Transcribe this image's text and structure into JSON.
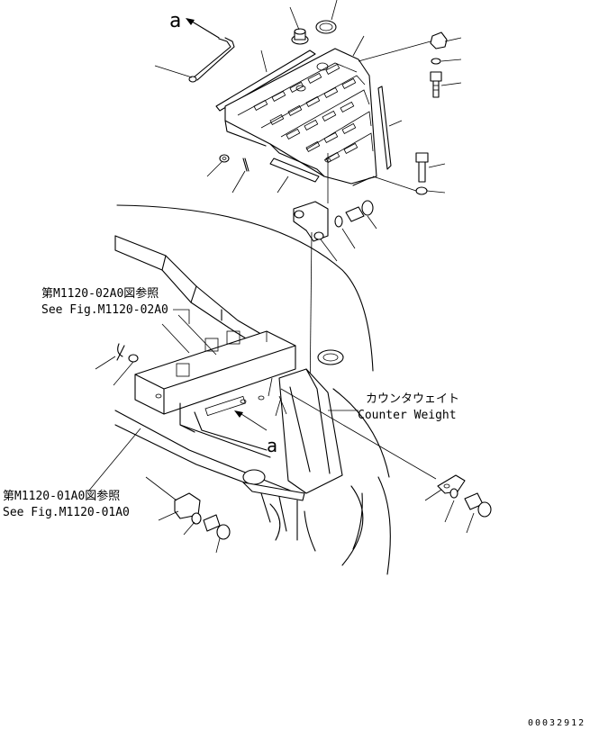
{
  "labels": {
    "ref_a_top": "a",
    "ref_a_mid": "a",
    "ref_m1120_02a0_jp": "第M1120-02A0図参照",
    "ref_m1120_02a0_en": "See Fig.M1120-02A0",
    "ref_m1120_01a0_jp": "第M1120-01A0図参照",
    "ref_m1120_01a0_en": "See Fig.M1120-01A0",
    "counterweight_jp": "カウンタウェイト",
    "counterweight_en": "Counter Weight",
    "drawing_number": "00032912"
  }
}
